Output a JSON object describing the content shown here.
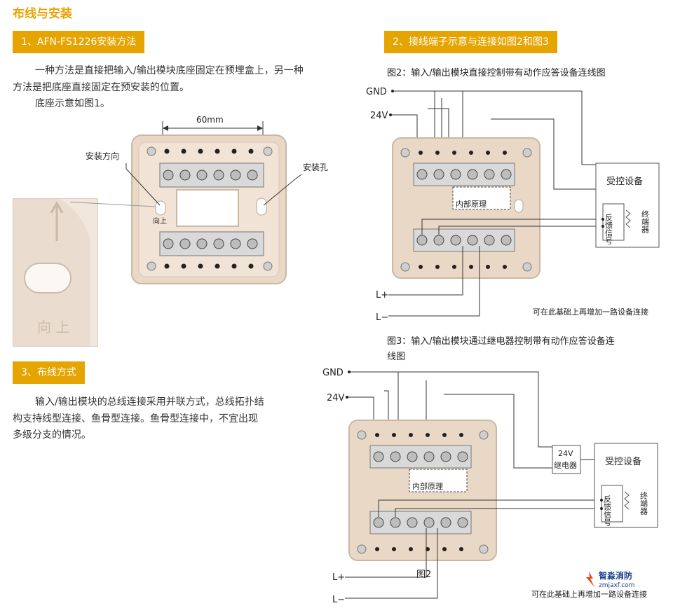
{
  "title": "布线与安装",
  "sections": {
    "s1": "1、AFN-FS1226安装方法",
    "s2": "2、接线端子示意与连接如图2和图3",
    "s3": "3、布线方式"
  },
  "install_text": [
    "一种方法是直接把输入/输出模块底座固定在预埋盒上，另一种",
    "方法是把底座直接固定在预安装的位置。",
    "底座示意如图1。"
  ],
  "wiring_text": [
    "输入/输出模块的总线连接采用并联方式，总线拓扑结",
    "构支持线型连接、鱼骨型连接。鱼骨型连接中，不宜出现",
    "多级分支的情况。"
  ],
  "fig1": {
    "dim": "60mm",
    "dir_label": "安装方向",
    "hole_label": "安装孔",
    "up_label": "向上"
  },
  "photo_text": "向 上",
  "fig2": {
    "caption": "图2：输入/输出模块直接控制带有动作应答设备连线图",
    "gnd": "GND",
    "v24": "24V",
    "inner": "内部原理",
    "device": "受控设备",
    "feedback": "反馈信号",
    "terminal": "终端器",
    "lplus": "L+",
    "lminus": "L−",
    "note": "可在此基础上再增加一路设备连接"
  },
  "fig3": {
    "caption_l1": "图3：输入/输出模块通过继电器控制带有动作应答设备连",
    "caption_l2": "线图",
    "gnd": "GND",
    "v24": "24V",
    "inner": "内部原理",
    "relay_l1": "24V",
    "relay_l2": "继电器",
    "device": "受控设备",
    "feedback": "反馈信号",
    "terminal": "终端器",
    "lplus": "L+",
    "lminus": "L−",
    "fig_label": "图2",
    "note": "可在此基础上再增加一路设备连接"
  },
  "logo": {
    "name": "智淼消防",
    "url": "zmjaxf.com"
  },
  "colors": {
    "accent": "#e6a400",
    "base": "#ead8c7",
    "terminal": "#c9c9c9"
  }
}
